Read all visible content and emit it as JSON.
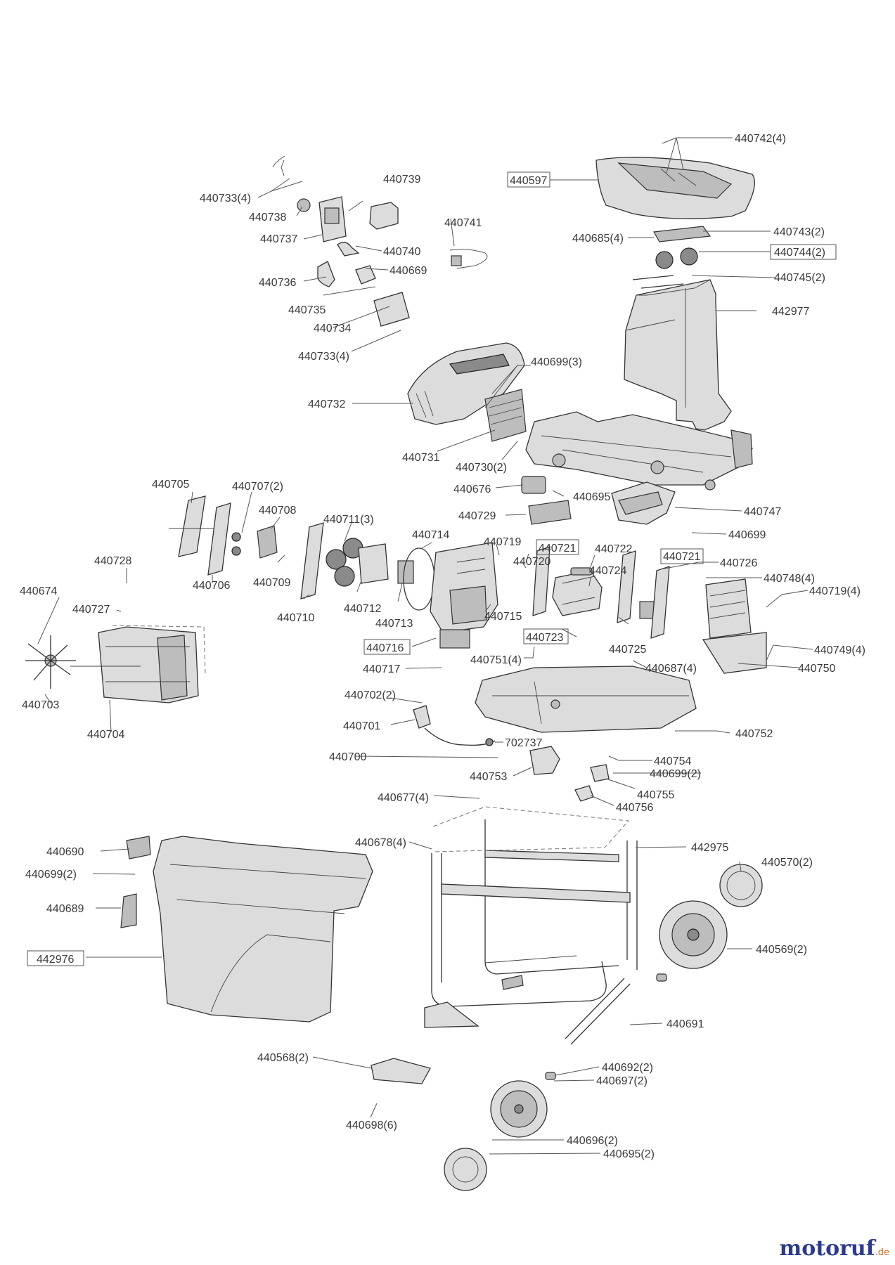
{
  "watermark": {
    "brand": "motoruf",
    "suffix": ".de"
  },
  "labels": [
    "440742(4)",
    "440597",
    "440743(2)",
    "440685(4)",
    "440744(2)",
    "440745(2)",
    "442977",
    "440739",
    "440733(4)",
    "440738",
    "440741",
    "440737",
    "440740",
    "440669",
    "440736",
    "440735",
    "440734",
    "440733(4)",
    "440699(3)",
    "440732",
    "440731",
    "440730(2)",
    "440676",
    "440695",
    "440747",
    "440729",
    "440699",
    "440705",
    "440707(2)",
    "440708",
    "440711(3)",
    "440714",
    "440719",
    "440721",
    "440722",
    "440721",
    "440726",
    "440748(4)",
    "440720",
    "440724",
    "440728",
    "440674",
    "440727",
    "440706",
    "440709",
    "440710",
    "440712",
    "440713",
    "440715",
    "440719(4)",
    "440723",
    "440716",
    "440725",
    "440749(4)",
    "440751(4)",
    "440687(4)",
    "440750",
    "440717",
    "440703",
    "440704",
    "440702(2)",
    "440701",
    "702737",
    "440752",
    "440700",
    "440754",
    "440753",
    "440699(2)",
    "440755",
    "440756",
    "440677(4)",
    "440678(4)",
    "442975",
    "440690",
    "440570(2)",
    "440699(2)",
    "440689",
    "440569(2)",
    "442976",
    "440691",
    "440568(2)",
    "440692(2)",
    "440697(2)",
    "440698(6)",
    "440696(2)",
    "440695(2)"
  ]
}
